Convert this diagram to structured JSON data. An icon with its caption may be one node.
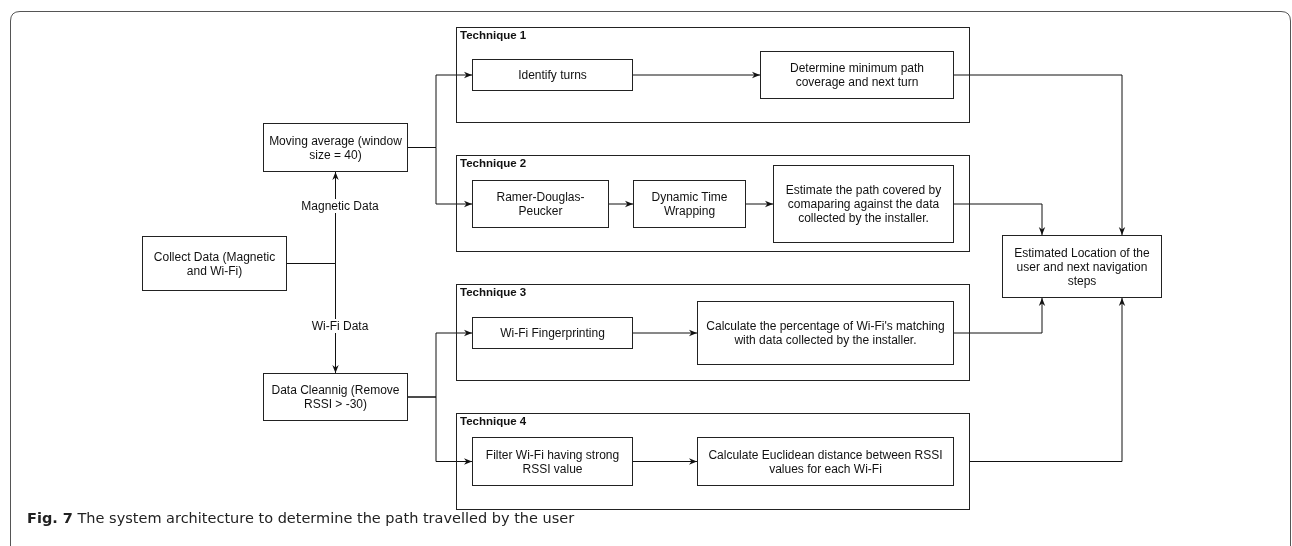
{
  "diagram": {
    "caption": "**Fig. 7**  The system architecture to determine the path travelled by the user",
    "nodes": [
      {
        "text": [
          "Moving average (window size = 40)"
        ]
      },
      {
        "text": [
          "Collect Data (Magnetic and Wi-Fi)"
        ]
      },
      {
        "text": [
          "Data Cleannig (Remove RSSI > -30)"
        ]
      },
      {
        "text": [
          "Technique 1"
        ]
      },
      {
        "text": [
          "Identify turns"
        ],
        "in": 3
      },
      {
        "text": [
          "Determine minimum path coverage and next turn"
        ],
        "in": 3
      },
      {
        "text": [
          "Technique 2"
        ]
      },
      {
        "text": [
          "Ramer-Douglas-Peucker"
        ],
        "in": 6
      },
      {
        "text": [
          "Dynamic Time Wrapping"
        ],
        "in": 6
      },
      {
        "text": [
          "Estimate the path covered by comaparing against the data collected by the installer."
        ],
        "in": 6
      },
      {
        "text": [
          "Estimated Location of the user and next navigation steps"
        ]
      },
      {
        "text": [
          "Technique 3"
        ]
      },
      {
        "text": [
          "Wi-Fi Fingerprinting"
        ],
        "in": 11
      },
      {
        "text": [
          "Calculate the  percentage of Wi-Fi's matching with data collected by the installer."
        ],
        "in": 11
      },
      {
        "text": [
          "Technique 4"
        ]
      },
      {
        "text": [
          "Filter Wi-Fi having strong RSSI value"
        ],
        "in": 14
      },
      {
        "text": [
          "Calculate Euclidean distance between RSSI values for each Wi-Fi"
        ],
        "in": 14
      }
    ],
    "edges": [
      {
        "from": 1,
        "to": 0,
        "arrow": "to",
        "label": "Magnetic Data"
      },
      {
        "from": 1,
        "to": 2,
        "arrow": "to",
        "label": "Wi-Fi Data"
      },
      {
        "from": 0,
        "to": 4,
        "arrow": "to"
      },
      {
        "from": 0,
        "to": 7,
        "arrow": "to"
      },
      {
        "from": 2,
        "to": 12,
        "arrow": "to"
      },
      {
        "from": 2,
        "to": 15,
        "arrow": "to"
      },
      {
        "from": 4,
        "to": 5,
        "arrow": "to"
      },
      {
        "from": 7,
        "to": 8,
        "arrow": "to"
      },
      {
        "from": 8,
        "to": 9,
        "arrow": "to"
      },
      {
        "from": 12,
        "to": 13,
        "arrow": "to"
      },
      {
        "from": 15,
        "to": 16,
        "arrow": "to"
      },
      {
        "from": 5,
        "to": 10,
        "arrow": "to"
      },
      {
        "from": 9,
        "to": 10,
        "arrow": "to"
      },
      {
        "from": 13,
        "to": 10,
        "arrow": "to"
      },
      {
        "from": 14,
        "to": 10,
        "arrow": "to"
      }
    ]
  }
}
